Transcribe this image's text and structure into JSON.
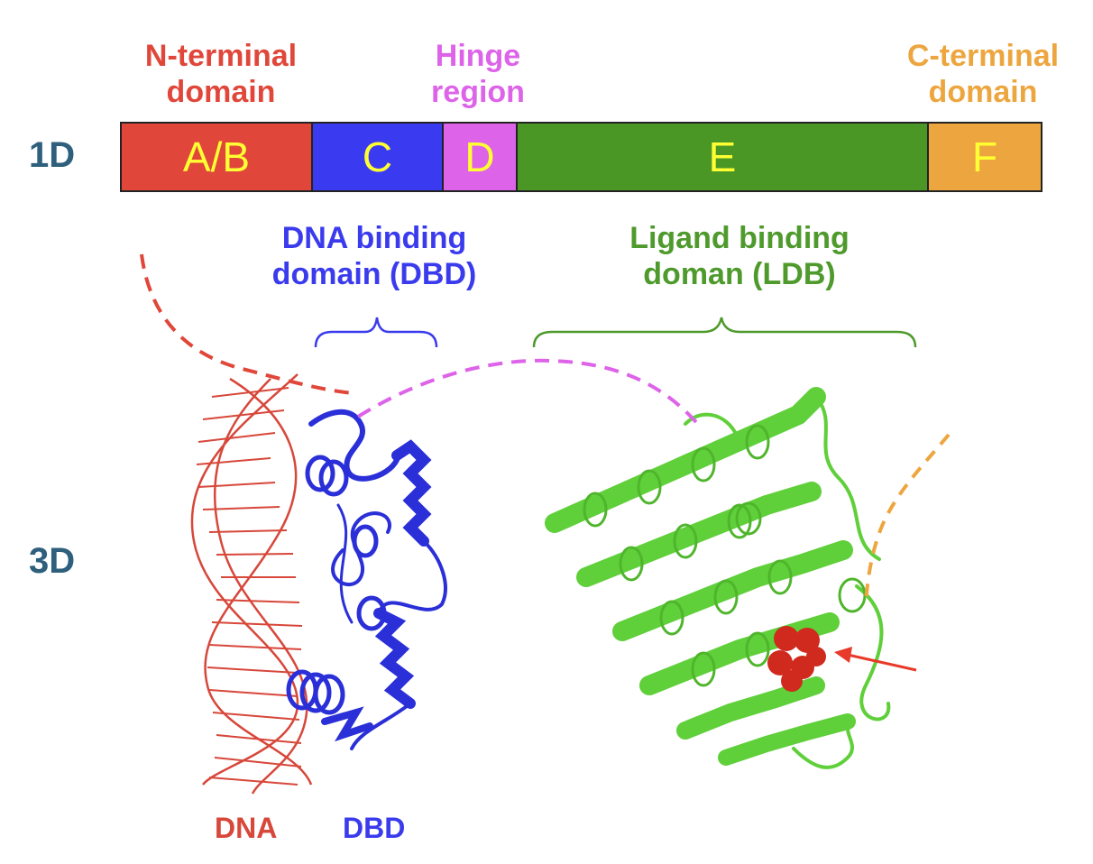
{
  "labels": {
    "n_terminal": [
      "N-terminal",
      "domain"
    ],
    "hinge": [
      "Hinge",
      "region"
    ],
    "c_terminal": [
      "C-terminal",
      "domain"
    ],
    "dbd": [
      "DNA binding",
      "domain (DBD)"
    ],
    "ldb": [
      "Ligand binding",
      "doman (LDB)"
    ]
  },
  "rows": {
    "one_d": "1D",
    "three_d": "3D"
  },
  "segments": [
    {
      "letter": "A/B",
      "color": "#e0473a"
    },
    {
      "letter": "C",
      "color": "#3a3bf0"
    },
    {
      "letter": "D",
      "color": "#dd63e9"
    },
    {
      "letter": "E",
      "color": "#4a9726"
    },
    {
      "letter": "F",
      "color": "#eda63f"
    }
  ],
  "captions": {
    "dna": "DNA",
    "dbd": "DBD"
  },
  "colors": {
    "n_terminal": "#e0473a",
    "hinge": "#dd63e9",
    "c_terminal": "#eda63f",
    "dbd": "#3b3bee",
    "ldb": "#4e9a2c",
    "label_text": "#2e5f7c",
    "segment_text": "#ffff33"
  }
}
